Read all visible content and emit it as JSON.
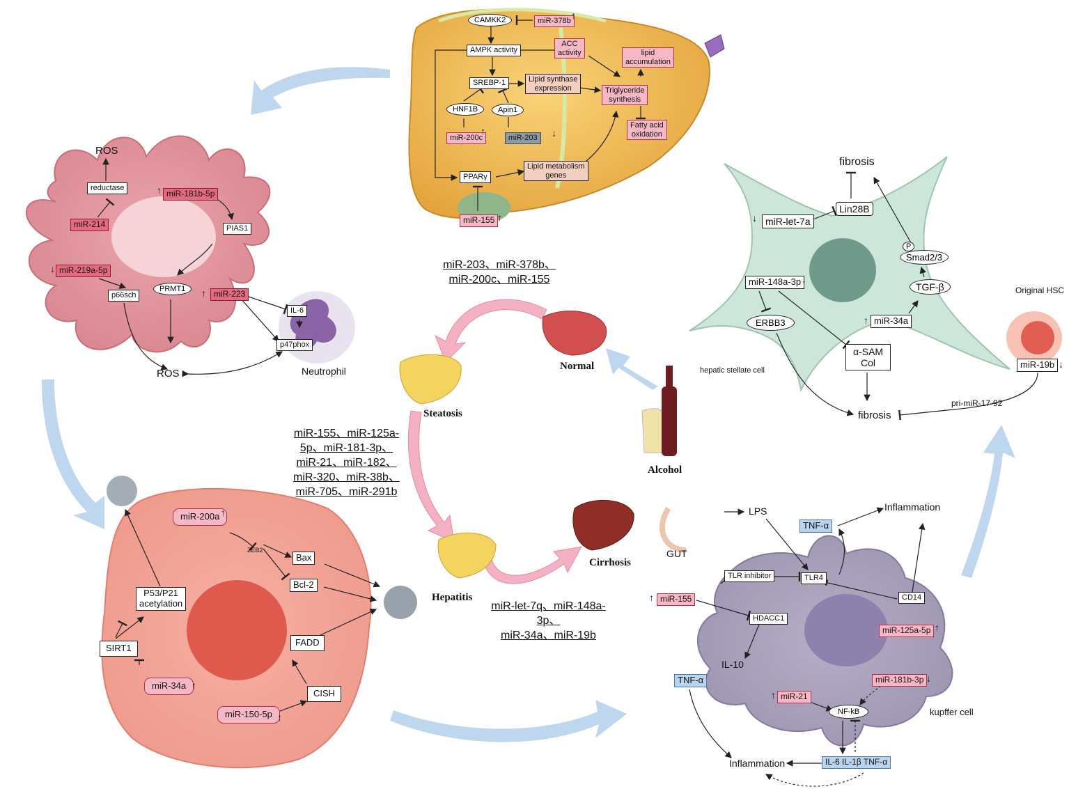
{
  "center": {
    "normal": "Normal",
    "steatosis": "Steatosis",
    "hepatitis": "Hepatitis",
    "cirrhosis": "Cirrhosis",
    "alcohol": "Alcohol",
    "normal_to_steatosis_mirs": [
      "miR-203、miR-378b、",
      "miR-200c、miR-155"
    ],
    "steatosis_to_hepatitis_mirs": [
      "miR-155、miR-125a-",
      "5p、miR-181-3p、",
      "miR-21、miR-182、",
      "miR-320、miR-38b、",
      "miR-705、miR-291b"
    ],
    "hepatitis_to_cirrhosis_mirs": [
      "miR-let-7q、miR-148a-3p、",
      "miR-34a、miR-19b"
    ]
  },
  "liver_panel": {
    "camkk2": "CAMKK2",
    "mir378b": "miR-378b",
    "ampk": "AMPK activity",
    "acc": [
      "ACC",
      "activity"
    ],
    "lipid_accumulation": [
      "lipid",
      "accumulation"
    ],
    "srebp1": "SREBP-1",
    "lipid_synthase": [
      "Lipid synthase",
      "expression"
    ],
    "triglyceride": [
      "Triglyceride",
      "synthesis"
    ],
    "hnf1b": "HNF1B",
    "apin1": "Apin1",
    "mir200c": "miR-200c",
    "mir203": "miR-203",
    "fatty_acid": [
      "Fatty acid",
      "oxidation"
    ],
    "ppary": "PPARγ",
    "lipid_metabolism": [
      "Lipid metabolism",
      "genes"
    ],
    "mir155": "miR-155"
  },
  "neutrophil_panel": {
    "ros_top": "ROS",
    "reductase": "reductase",
    "mir181b": "miR-181b-5p",
    "mir214": "miR-214",
    "pias1": "PIAS1",
    "mir219a": "miR-219a-5p",
    "p66sch": "p66sch",
    "prmt1": "PRMT1",
    "mir223": "miR-223",
    "il6": "IL-6",
    "p47phox": "p47phox",
    "neutrophil": "Neutrophil",
    "ros_bottom": "ROS"
  },
  "hepatocyte_panel": {
    "mir200a": "miR-200a",
    "zeb2": "ZEB2",
    "bax": "Bax",
    "bcl2": "Bcl-2",
    "p53": [
      "P53/P21",
      "acetylation"
    ],
    "sirt1": "SIRT1",
    "fadd": "FADD",
    "mir34a": "miR-34a",
    "cish": "CISH",
    "mir150": "miR-150-5p"
  },
  "hsc_panel": {
    "fibrosis_top": "fibrosis",
    "mirlet7a": "miR-let-7a",
    "lin28b": "Lin28B",
    "p": "P",
    "smad": "Smad2/3",
    "mir148a": "miR-148a-3p",
    "tgfb": "TGF-β",
    "original_hsc": "Original HSC",
    "erbb3": "ERBB3",
    "mir34a": "miR-34a",
    "asam": [
      "α-SAM",
      "Col"
    ],
    "mir19b": "miR-19b",
    "hsc_label": "hepatic stellate cell",
    "fibrosis_bottom": "fibrosis",
    "pri_mir": "pri-miR-17-92"
  },
  "kupffer_panel": {
    "lps": "LPS",
    "gut": "GUT",
    "tnfa_top": "TNF-α",
    "inflammation_top": "Inflammation",
    "tlr_inhibitor": "TLR inhibitor",
    "tlr4": "TLR4",
    "mir155": "miR-155",
    "cd14": "CD14",
    "hdacc1": "HDACC1",
    "mir125a": "miR-125a-5p",
    "il10": "IL-10",
    "tnfa_left": "TNF-α",
    "mir181b": "miR-181b-3p",
    "mir21": "miR-21",
    "nfkb": "NF-kB",
    "kupffer": "kupffer cell",
    "inflammation_bottom": "Inflammation",
    "cytokines": "IL-6 IL-1β TNF-α"
  },
  "colors": {
    "liver": "#f0b94b",
    "neutrophil_cell": "#e79aa1",
    "hepatocyte_cell": "#f2a497",
    "hsc_cell": "#cce6da",
    "kupffer_cell": "#a79fb8",
    "flow_arrow": "#b7d3ec",
    "pink_arrow": "#f3b1c3"
  }
}
